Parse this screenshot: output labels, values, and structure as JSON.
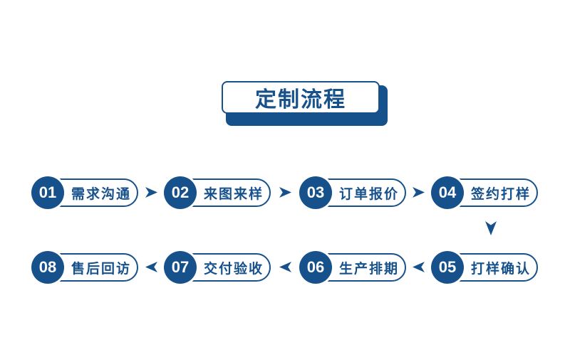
{
  "title": "定制流程",
  "colors": {
    "primary": "#17518c",
    "text_on_primary": "#ffffff",
    "background": "#ffffff"
  },
  "steps": [
    {
      "num": "01",
      "label": "需求沟通"
    },
    {
      "num": "02",
      "label": "来图来样"
    },
    {
      "num": "03",
      "label": "订单报价"
    },
    {
      "num": "04",
      "label": "签约打样"
    },
    {
      "num": "05",
      "label": "打样确认"
    },
    {
      "num": "06",
      "label": "生产排期"
    },
    {
      "num": "07",
      "label": "交付验收"
    },
    {
      "num": "08",
      "label": "售后回访"
    }
  ],
  "icons": {
    "arrow_right": "right-dart-arrow",
    "arrow_left": "left-dart-arrow",
    "arrow_down": "down-dart-arrow"
  }
}
